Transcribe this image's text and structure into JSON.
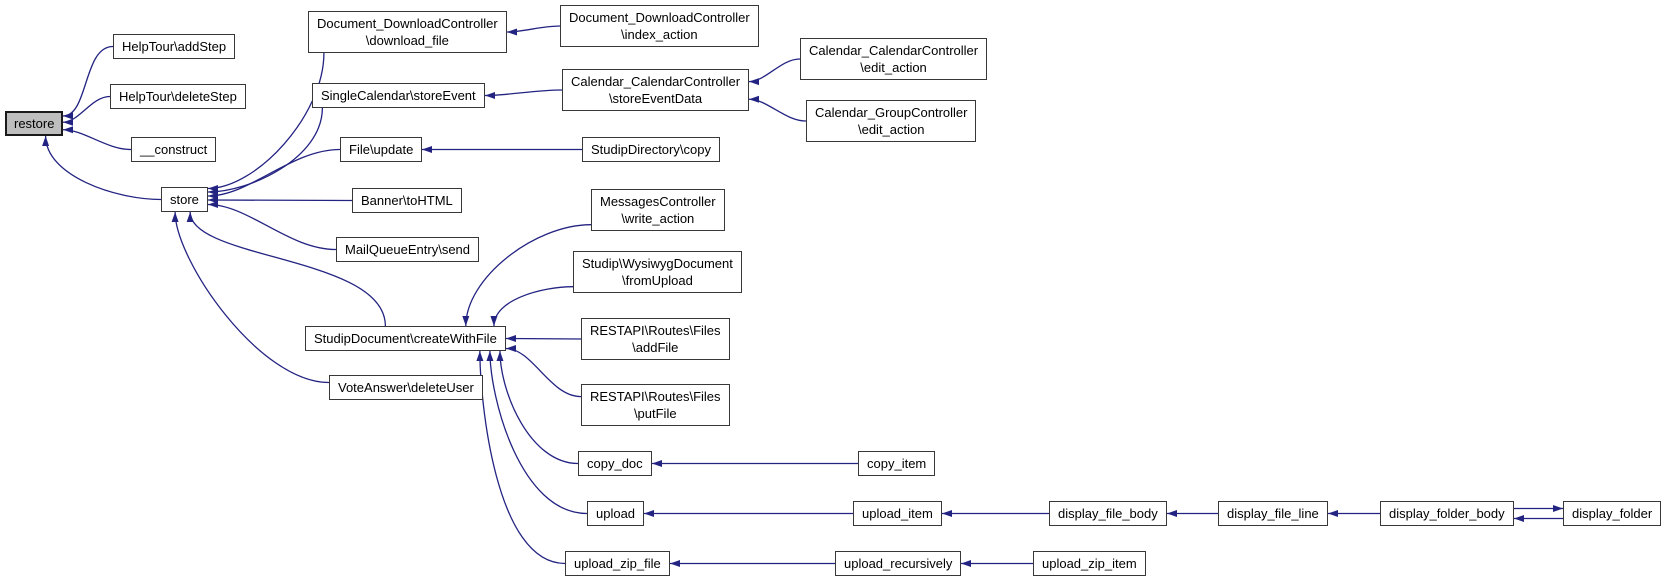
{
  "diagram": {
    "type": "caller-graph",
    "highlighted_node": "restore",
    "colors": {
      "edge": "#232382",
      "node_border": "#383838",
      "node_fill": "#ffffff",
      "highlight_fill": "#bebebe",
      "text": "#000000",
      "background": "#ffffff"
    },
    "nodes": {
      "restore": {
        "line1": "restore"
      },
      "helptour_addstep": {
        "line1": "HelpTour\\addStep"
      },
      "helptour_deletestep": {
        "line1": "HelpTour\\deleteStep"
      },
      "construct": {
        "line1": "__construct"
      },
      "store": {
        "line1": "store"
      },
      "ddc_download_file": {
        "line1": "Document_DownloadController",
        "line2": "\\download_file"
      },
      "ddc_index_action": {
        "line1": "Document_DownloadController",
        "line2": "\\index_action"
      },
      "singlecalendar_storeevent": {
        "line1": "SingleCalendar\\storeEvent"
      },
      "ccc_storeeventdata": {
        "line1": "Calendar_CalendarController",
        "line2": "\\storeEventData"
      },
      "ccc_edit_action": {
        "line1": "Calendar_CalendarController",
        "line2": "\\edit_action"
      },
      "cgc_edit_action": {
        "line1": "Calendar_GroupController",
        "line2": "\\edit_action"
      },
      "file_update": {
        "line1": "File\\update"
      },
      "studipdirectory_copy": {
        "line1": "StudipDirectory\\copy"
      },
      "banner_tohtml": {
        "line1": "Banner\\toHTML"
      },
      "mailqueueentry_send": {
        "line1": "MailQueueEntry\\send"
      },
      "messagescontroller_write_action": {
        "line1": "MessagesController",
        "line2": "\\write_action"
      },
      "wysiwyg_fromupload": {
        "line1": "Studip\\WysiwygDocument",
        "line2": "\\fromUpload"
      },
      "studipdocument_createwithfile": {
        "line1": "StudipDocument\\createWithFile"
      },
      "restapi_addfile": {
        "line1": "RESTAPI\\Routes\\Files",
        "line2": "\\addFile"
      },
      "restapi_putfile": {
        "line1": "RESTAPI\\Routes\\Files",
        "line2": "\\putFile"
      },
      "voteanswer_deleteuser": {
        "line1": "VoteAnswer\\deleteUser"
      },
      "copy_doc": {
        "line1": "copy_doc"
      },
      "copy_item": {
        "line1": "copy_item"
      },
      "upload": {
        "line1": "upload"
      },
      "upload_item": {
        "line1": "upload_item"
      },
      "display_file_body": {
        "line1": "display_file_body"
      },
      "display_file_line": {
        "line1": "display_file_line"
      },
      "display_folder_body": {
        "line1": "display_folder_body"
      },
      "display_folder": {
        "line1": "display_folder"
      },
      "upload_zip_file": {
        "line1": "upload_zip_file"
      },
      "upload_recursively": {
        "line1": "upload_recursively"
      },
      "upload_zip_item": {
        "line1": "upload_zip_item"
      }
    },
    "edges": [
      {
        "from": "helptour_addstep",
        "to": "restore"
      },
      {
        "from": "helptour_deletestep",
        "to": "restore"
      },
      {
        "from": "construct",
        "to": "restore"
      },
      {
        "from": "store",
        "to": "restore"
      },
      {
        "from": "ddc_download_file",
        "to": "store"
      },
      {
        "from": "singlecalendar_storeevent",
        "to": "store"
      },
      {
        "from": "file_update",
        "to": "store"
      },
      {
        "from": "banner_tohtml",
        "to": "store"
      },
      {
        "from": "mailqueueentry_send",
        "to": "store"
      },
      {
        "from": "studipdocument_createwithfile",
        "to": "store"
      },
      {
        "from": "voteanswer_deleteuser",
        "to": "store"
      },
      {
        "from": "ddc_index_action",
        "to": "ddc_download_file"
      },
      {
        "from": "ccc_storeeventdata",
        "to": "singlecalendar_storeevent"
      },
      {
        "from": "ccc_edit_action",
        "to": "ccc_storeeventdata"
      },
      {
        "from": "cgc_edit_action",
        "to": "ccc_storeeventdata"
      },
      {
        "from": "studipdirectory_copy",
        "to": "file_update"
      },
      {
        "from": "messagescontroller_write_action",
        "to": "studipdocument_createwithfile"
      },
      {
        "from": "wysiwyg_fromupload",
        "to": "studipdocument_createwithfile"
      },
      {
        "from": "restapi_addfile",
        "to": "studipdocument_createwithfile"
      },
      {
        "from": "restapi_putfile",
        "to": "studipdocument_createwithfile"
      },
      {
        "from": "copy_doc",
        "to": "studipdocument_createwithfile"
      },
      {
        "from": "upload",
        "to": "studipdocument_createwithfile"
      },
      {
        "from": "upload_zip_file",
        "to": "studipdocument_createwithfile"
      },
      {
        "from": "copy_item",
        "to": "copy_doc"
      },
      {
        "from": "upload_item",
        "to": "upload"
      },
      {
        "from": "display_file_body",
        "to": "upload_item"
      },
      {
        "from": "display_file_line",
        "to": "display_file_body"
      },
      {
        "from": "display_folder_body",
        "to": "display_file_line"
      },
      {
        "from": "display_folder_body",
        "to": "display_folder"
      },
      {
        "from": "display_folder",
        "to": "display_folder_body"
      },
      {
        "from": "upload_recursively",
        "to": "upload_zip_file"
      },
      {
        "from": "upload_zip_item",
        "to": "upload_recursively"
      }
    ]
  }
}
